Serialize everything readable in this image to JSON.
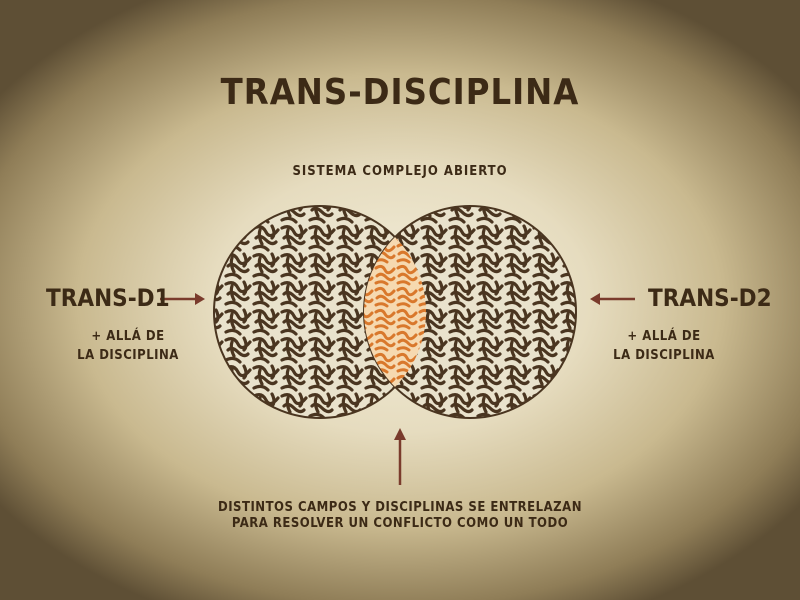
{
  "title": "TRANS-DISCIPLINA",
  "subtitle": "SISTEMA COMPLEJO ABIERTO",
  "left": {
    "label": "TRANS-D1",
    "note": [
      "+ ALLÁ DE",
      "LA DISCIPLINA"
    ]
  },
  "right": {
    "label": "TRANS-D2",
    "note": [
      "+ ALLÁ DE",
      "LA DISCIPLINA"
    ]
  },
  "bottom": {
    "lines": [
      "DISTINTOS CAMPOS Y DISCIPLINAS SE ENTRELAZAN",
      "PARA RESOLVER UN CONFLICTO COMO UN TODO"
    ]
  },
  "colors": {
    "ink": "#3c2a16",
    "arrow": "#7a3b2c",
    "overlap": "#e08a3c",
    "maze": "#4a3520"
  }
}
